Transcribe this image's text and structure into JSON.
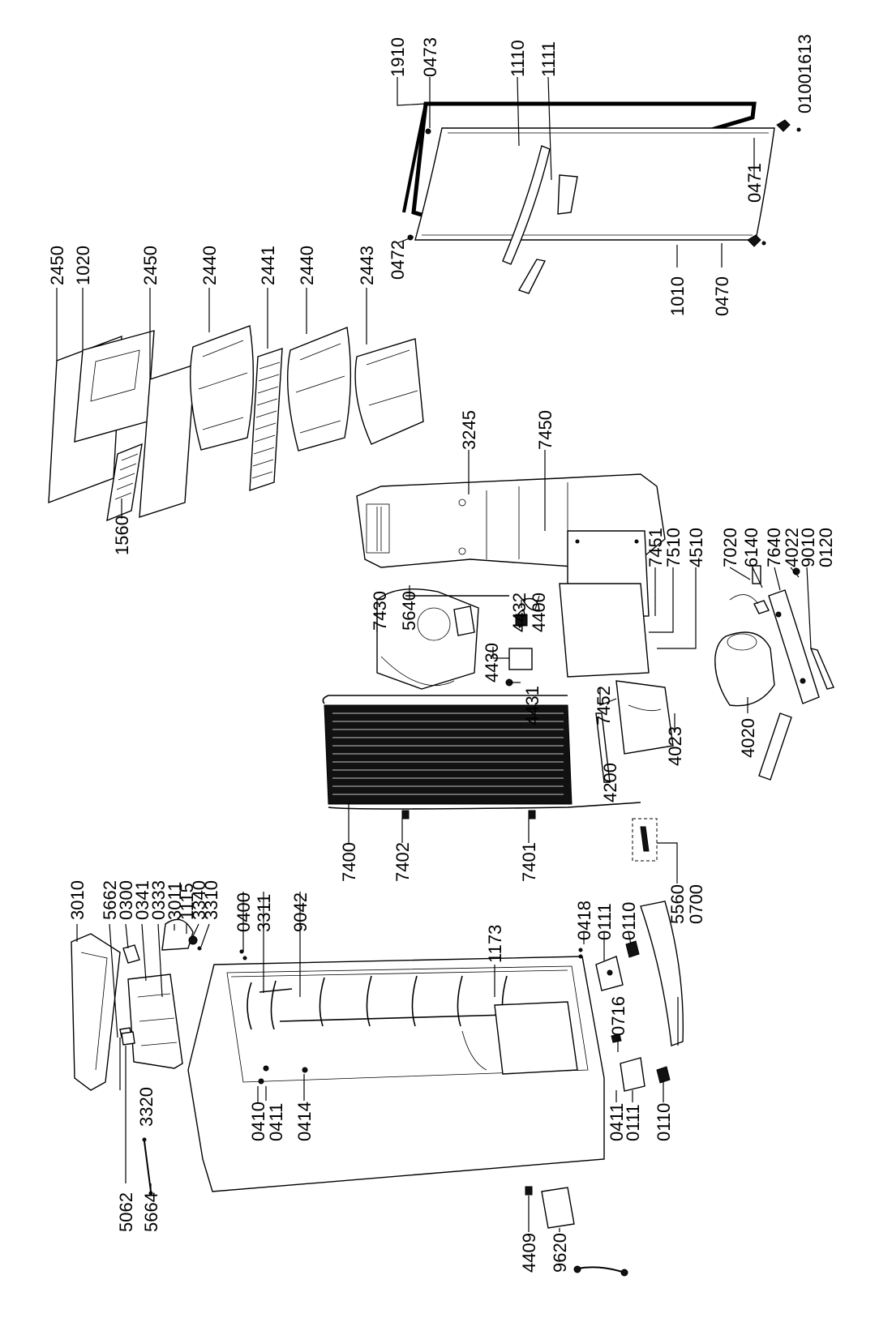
{
  "document_id": "01001613",
  "labels": {
    "l0010": "1910",
    "l0011": "0473",
    "l0012": "1110",
    "l0013": "1111",
    "l0014": "0471",
    "l0015": "0472",
    "l0016": "1010",
    "l0017": "0470",
    "l0020": "2450",
    "l0021": "1020",
    "l0022": "2450",
    "l0023": "2440",
    "l0024": "2441",
    "l0025": "2440",
    "l0026": "2443",
    "l0027": "1560",
    "l0030": "3245",
    "l0031": "7450",
    "l0032": "7430",
    "l0033": "5640",
    "l0034": "4432",
    "l0035": "4400",
    "l0036": "4430",
    "l0037": "4431",
    "l0038": "7451",
    "l0039": "7510",
    "l0040": "4510",
    "l0041": "7452",
    "l0050": "7020",
    "l0051": "6140",
    "l0052": "7640",
    "l0053": "4022",
    "l0054": "9010",
    "l0055": "0120",
    "l0056": "4020",
    "l0057": "4023",
    "l0058": "4200",
    "l0060": "7400",
    "l0061": "7402",
    "l0062": "7401",
    "l0063": "5560",
    "l0064": "0700",
    "l0070": "3010",
    "l0071": "5662",
    "l0072": "0300",
    "l0073": "0341",
    "l0074": "0333",
    "l0075": "3011",
    "l0076": "1115",
    "l0077": "3340",
    "l0078": "3310",
    "l0079": "0400",
    "l0080": "3311",
    "l0081": "9042",
    "l0082": "1173",
    "l0083": "0418",
    "l0084": "0111",
    "l0085": "0110",
    "l0086": "0716",
    "l0090": "3320",
    "l0091": "5062",
    "l0092": "5664",
    "l0093": "0410",
    "l0094": "0411",
    "l0095": "0414",
    "l0096": "0411",
    "l0097": "0111",
    "l0098": "0110",
    "l0099": "4409",
    "l0100": "9620"
  }
}
